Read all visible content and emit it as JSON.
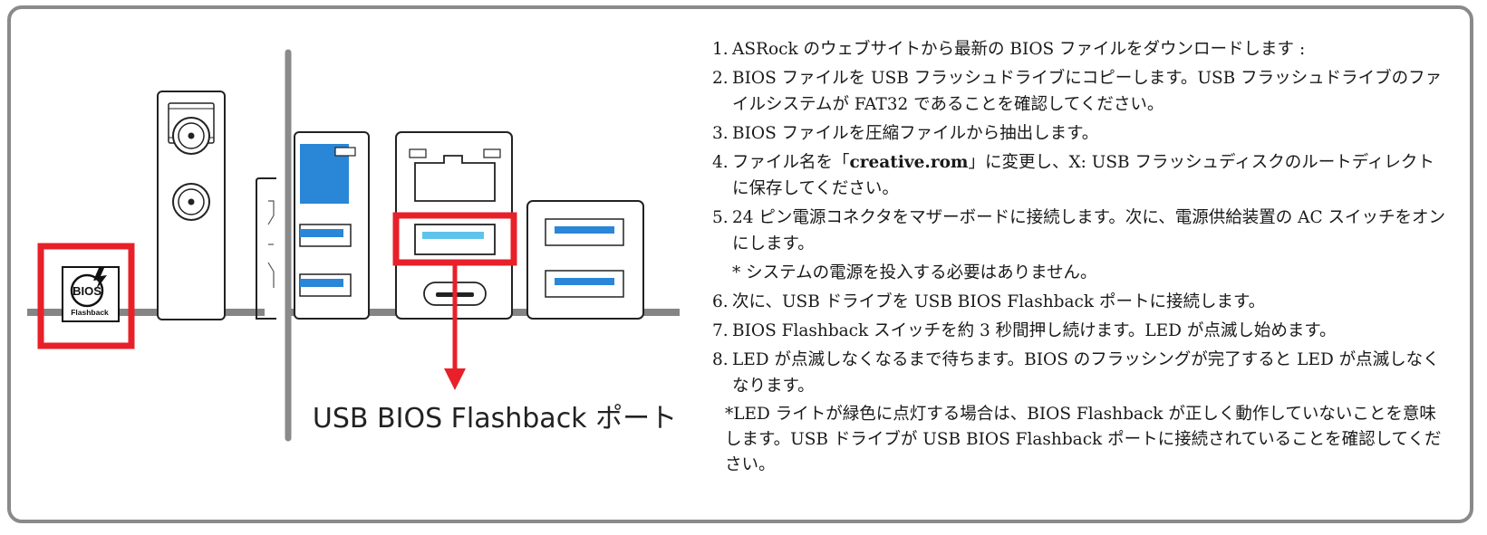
{
  "diagram": {
    "button_text": "BIOS",
    "button_subtext": "Flashback",
    "port_label": "USB BIOS Flashback ポート",
    "colors": {
      "highlight_red": "#e8202a",
      "usb_blue": "#2a86d6",
      "usb_highlight_blue": "#5ec3ea",
      "rail_gray": "#858585",
      "frame_gray": "#8a8a8a"
    }
  },
  "steps": [
    {
      "num": "1.",
      "text": "ASRock のウェブサイトから最新の BIOS ファイルをダウンロードします :"
    },
    {
      "num": "2.",
      "text": "BIOS ファイルを USB フラッシュドライブにコピーします。USB フラッシュドライブのファイルシステムが FAT32 であることを確認してください。"
    },
    {
      "num": "3.",
      "text": "BIOS ファイルを圧縮ファイルから抽出します。"
    },
    {
      "num": "4.",
      "text_before": "ファイル名を「",
      "bold": "creative.rom",
      "text_after": "」に変更し、X: USB フラッシュディスクのルートディレクトに保存してください。"
    },
    {
      "num": "5.",
      "text": "24 ピン電源コネクタをマザーボードに接続します。次に、電源供給装置の AC スイッチをオンにします。"
    },
    {
      "note": "* システムの電源を投入する必要はありません。"
    },
    {
      "num": "6.",
      "text": "次に、USB ドライブを USB BIOS Flashback ポートに接続します。"
    },
    {
      "num": "7.",
      "text": "BIOS Flashback スイッチを約 3 秒間押し続けます。LED が点滅し始めます。"
    },
    {
      "num": "8.",
      "text": "LED が点滅しなくなるまで待ちます。BIOS のフラッシングが完了すると LED が点滅しなくなります。"
    }
  ],
  "footer_note": "*LED ライトが緑色に点灯する場合は、BIOS Flashback が正しく動作していないことを意味します。USB ドライブが USB BIOS Flashback ポートに接続されていることを確認してください。"
}
